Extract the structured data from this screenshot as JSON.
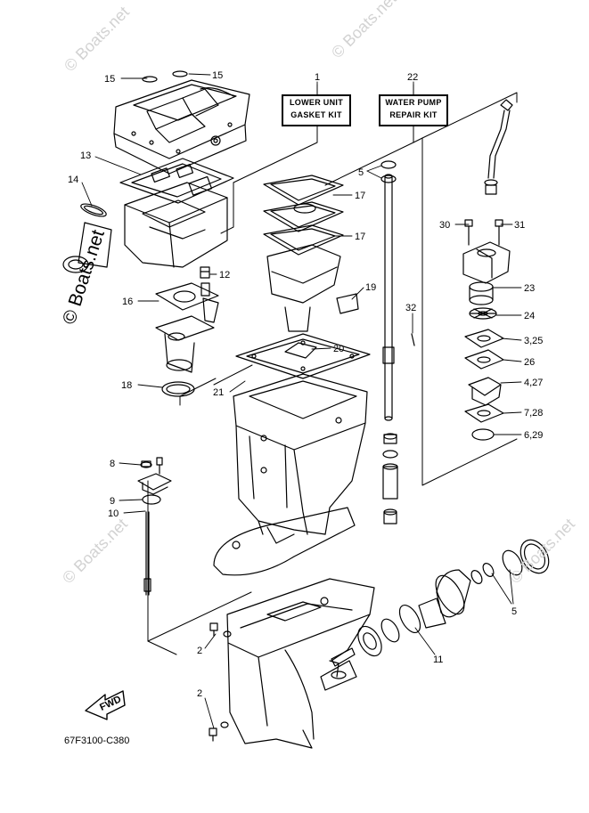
{
  "watermarks": {
    "side": "© Boats.net",
    "faint": "© Boats.net"
  },
  "kits": {
    "lower_unit": {
      "line1": "LOWER UNIT",
      "line2": "GASKET KIT"
    },
    "water_pump": {
      "line1": "WATER PUMP",
      "line2": "REPAIR KIT"
    }
  },
  "callouts": {
    "c15a": "15",
    "c15b": "15",
    "c1": "1",
    "c22": "22",
    "c13": "13",
    "c14": "14",
    "c5a": "5",
    "c17a": "17",
    "c17b": "17",
    "c30": "30",
    "c31": "31",
    "c12": "12",
    "c19": "19",
    "c16": "16",
    "c23": "23",
    "c32": "32",
    "c24": "24",
    "c3_25": "3,25",
    "c26": "26",
    "c20": "20",
    "c4_27": "4,27",
    "c18": "18",
    "c21": "21",
    "c7_28": "7,28",
    "c6_29": "6,29",
    "c8": "8",
    "c9": "9",
    "c10": "10",
    "c5b": "5",
    "c11": "11",
    "c2a": "2",
    "c2b": "2"
  },
  "fwd_label": "FWD",
  "diagram_code": "67F3100-C380"
}
